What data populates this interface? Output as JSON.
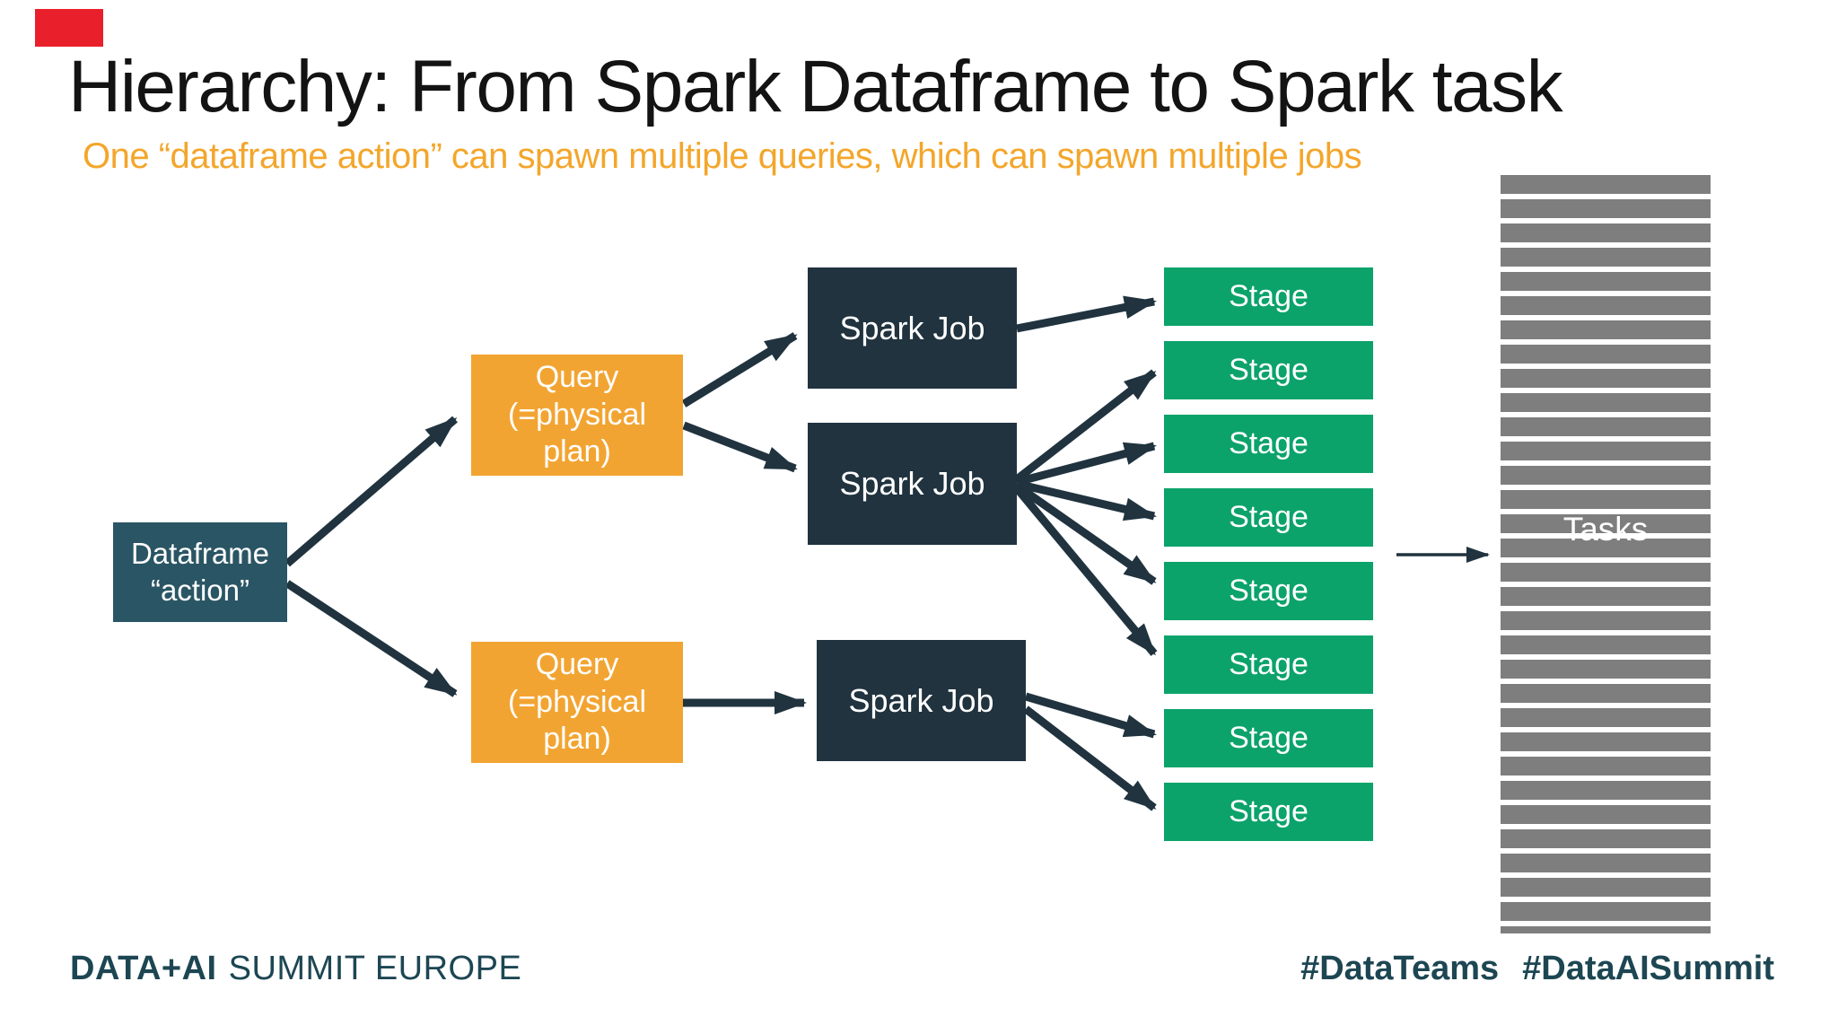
{
  "slide": {
    "title": "Hierarchy: From Spark Dataframe to Spark task",
    "subtitle": "One “dataframe action” can spawn multiple queries, which can spawn multiple jobs"
  },
  "diagram": {
    "dataframe_label": "Dataframe\n“action”",
    "query_label": "Query\n(=physical\nplan)",
    "spark_job_label": "Spark Job",
    "stage_label": "Stage",
    "tasks_label": "Tasks",
    "query_count": 2,
    "spark_job_count": 3,
    "stage_count": 8
  },
  "footer": {
    "brand_bold": "DATA+AI",
    "brand_rest": "SUMMIT EUROPE",
    "hashtag_teams": "#DataTeams",
    "hashtag_summit": "#DataAISummit"
  },
  "colors": {
    "c-bg": "#ffffff",
    "c-title": "#131313",
    "c-subtitle": "#f3a62b",
    "c-teal": "#2a5564",
    "c-orange": "#f2a432",
    "c-dark": "#20333f",
    "c-green": "#0ca36b",
    "c-gray": "#7e7e7e",
    "c-footer": "#1d4653",
    "c-red": "#e9202b"
  }
}
